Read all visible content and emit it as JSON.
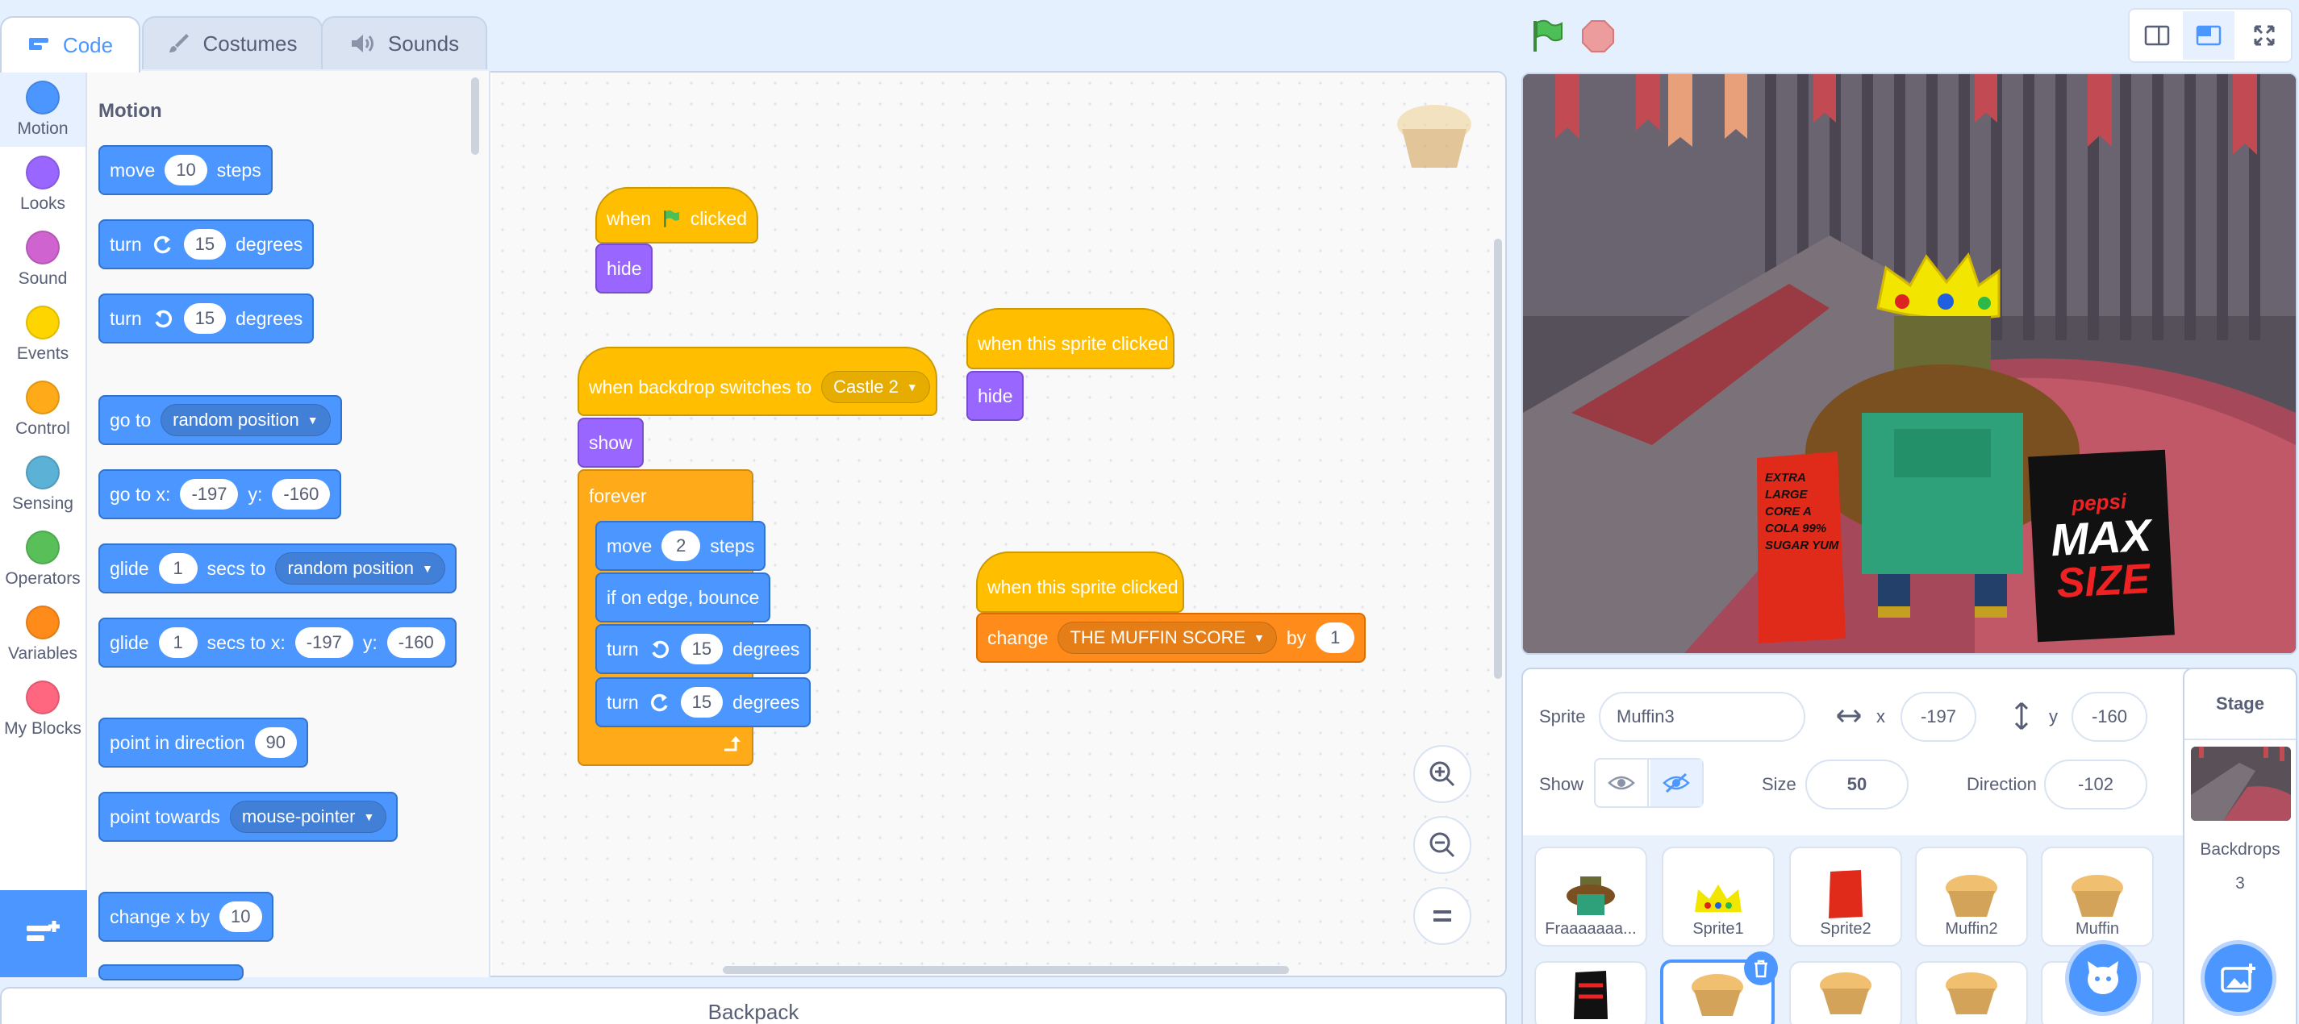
{
  "tabs": {
    "code": "Code",
    "costumes": "Costumes",
    "sounds": "Sounds"
  },
  "categories": [
    {
      "label": "Motion",
      "color": "#4c97ff"
    },
    {
      "label": "Looks",
      "color": "#9966ff"
    },
    {
      "label": "Sound",
      "color": "#cf63cf"
    },
    {
      "label": "Events",
      "color": "#ffd500"
    },
    {
      "label": "Control",
      "color": "#ffab19"
    },
    {
      "label": "Sensing",
      "color": "#5cb1d6"
    },
    {
      "label": "Operators",
      "color": "#59c059"
    },
    {
      "label": "Variables",
      "color": "#ff8c1a"
    },
    {
      "label": "My Blocks",
      "color": "#ff6680"
    }
  ],
  "palette": {
    "title": "Motion",
    "move": {
      "a": "move",
      "v": "10",
      "b": "steps"
    },
    "turn_right": {
      "a": "turn",
      "v": "15",
      "b": "degrees"
    },
    "turn_left": {
      "a": "turn",
      "v": "15",
      "b": "degrees"
    },
    "goto": {
      "a": "go to",
      "dd": "random position"
    },
    "gotoxy": {
      "a": "go to x:",
      "x": "-197",
      "ylab": "y:",
      "y": "-160"
    },
    "glide": {
      "a": "glide",
      "v": "1",
      "b": "secs to",
      "dd": "random position"
    },
    "glidexy": {
      "a": "glide",
      "v": "1",
      "b": "secs to x:",
      "x": "-197",
      "ylab": "y:",
      "y": "-160"
    },
    "point_dir": {
      "a": "point in direction",
      "v": "90"
    },
    "point_towards": {
      "a": "point towards",
      "dd": "mouse-pointer"
    },
    "changex": {
      "a": "change x by",
      "v": "10"
    }
  },
  "script1": {
    "when": "when",
    "clicked": "clicked",
    "hide": "hide"
  },
  "script2": {
    "hat": "when backdrop switches to",
    "dd": "Castle 2",
    "show": "show",
    "forever": "forever",
    "move_a": "move",
    "move_v": "2",
    "move_b": "steps",
    "bounce": "if on edge, bounce",
    "turn1_a": "turn",
    "turn1_v": "15",
    "turn1_b": "degrees",
    "turn2_a": "turn",
    "turn2_v": "15",
    "turn2_b": "degrees"
  },
  "script3": {
    "hat": "when this sprite clicked",
    "hide": "hide"
  },
  "script4": {
    "hat": "when this sprite clicked",
    "change": "change",
    "dd": "THE MUFFIN SCORE",
    "by": "by",
    "v": "1"
  },
  "backpack": "Backpack",
  "stage_art": {
    "can_left": "EXTRA LARGE CORE A COLA 99% SUGAR YUM",
    "can_right_brand": "pepsi",
    "can_right_1": "MAX",
    "can_right_2": "SIZE"
  },
  "sprite_info": {
    "sprite_label": "Sprite",
    "name": "Muffin3",
    "x_label": "x",
    "x": "-197",
    "y_label": "y",
    "y": "-160",
    "show_label": "Show",
    "size_label": "Size",
    "size": "50",
    "direction_label": "Direction",
    "direction": "-102"
  },
  "sprites": [
    "Fraaaaaaa...",
    "Sprite1",
    "Sprite2",
    "Muffin2",
    "Muffin"
  ],
  "stage_panel": {
    "title": "Stage",
    "backdrops_label": "Backdrops",
    "backdrops_count": "3"
  }
}
